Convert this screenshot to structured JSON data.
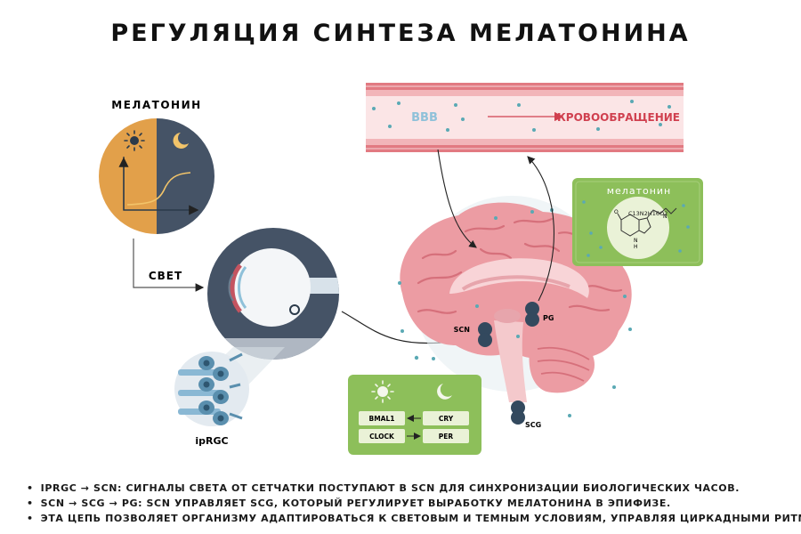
{
  "title": "РЕГУЛЯЦИЯ СИНТЕЗА МЕЛАТОНИНА",
  "melatonin_chart": {
    "label": "МЕЛАТОНИН",
    "day_icon": "sun-icon",
    "night_icon": "moon-icon"
  },
  "light_label": "СВЕТ",
  "iprgc_label": "ipRGC",
  "blood": {
    "bbb_label": "BBB",
    "circulation_label": "КРОВООБРАЩЕНИЕ"
  },
  "melatonin_box": {
    "label": "мелатонин",
    "formula": "C13N2H16O2",
    "atom_o": "O",
    "atom_n": "N",
    "atom_h": "H",
    "atom_nh": "N"
  },
  "brain_labels": {
    "scn": "SCN",
    "pg": "PG",
    "scg": "SCG"
  },
  "clock_box": {
    "bmal1": "BMAL1",
    "clock": "CLOCK",
    "cry": "CRY",
    "per": "PER"
  },
  "bullets": [
    "IPRGC → SCN: СИГНАЛЫ СВЕТА ОТ СЕТЧАТКИ ПОСТУПАЮТ В SCN ДЛЯ СИНХРОНИЗАЦИИ БИОЛОГИЧЕСКИХ ЧАСОВ.",
    "SCN → SCG → PG: SCN УПРАВЛЯЕТ SCG, КОТОРЫЙ РЕГУЛИРУЕТ ВЫРАБОТКУ МЕЛАТОНИНА В ЭПИФИЗЕ.",
    "ЭТА ЦЕПЬ ПОЗВОЛЯЕТ ОРГАНИЗМУ АДАПТИРОВАТЬСЯ К СВЕТОВЫМ И ТЕМНЫМ УСЛОВИЯМ, УПРАВЛЯЯ ЦИРКАДНЫМИ РИТМАМИ."
  ],
  "colors": {
    "day": "#E2A04A",
    "night": "#455366",
    "vessel": "#E27A82",
    "vessel_light": "#F6D6D8",
    "brain": "#EC9CA3",
    "green_box": "#8DBF5A",
    "node": "#33495E",
    "dot": "#5AA9B4"
  }
}
